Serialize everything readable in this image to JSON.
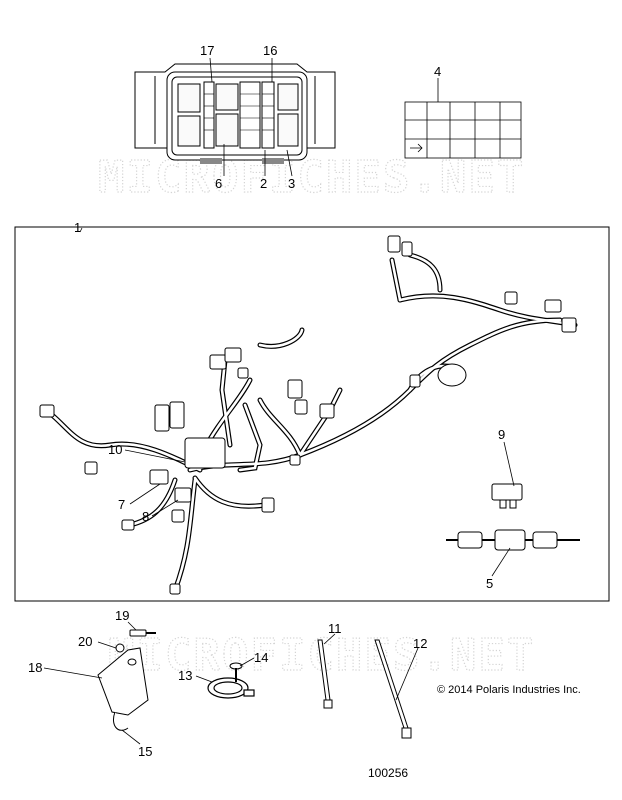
{
  "watermark": "MICROFICHES.NET",
  "copyright": "© 2014 Polaris Industries Inc.",
  "figure_number": "100256",
  "callouts": {
    "c1": "1",
    "c2": "2",
    "c3": "3",
    "c4": "4",
    "c5": "5",
    "c6": "6",
    "c7": "7",
    "c8": "8",
    "c9": "9",
    "c10": "10",
    "c11": "11",
    "c12": "12",
    "c13": "13",
    "c14": "14",
    "c15": "15",
    "c16": "16",
    "c17": "17",
    "c18": "18",
    "c19": "19",
    "c20": "20"
  }
}
